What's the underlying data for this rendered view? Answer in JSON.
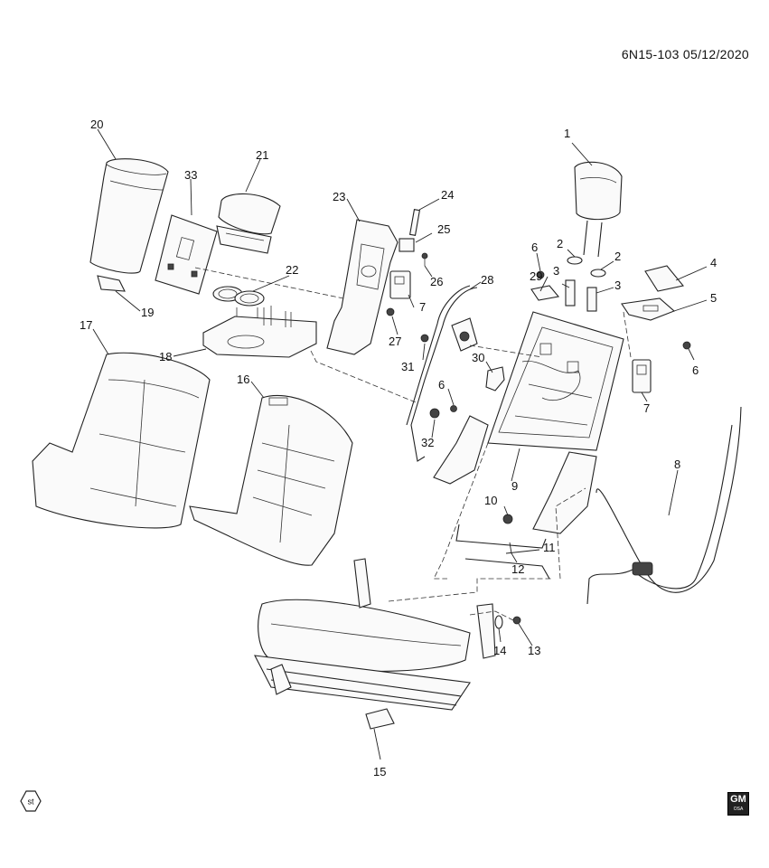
{
  "diagram": {
    "code": "6N15-103",
    "date": "05/12/2020",
    "badge_text": "st",
    "logo_text": "GM",
    "logo_subtext": "OSA",
    "callouts": [
      "1",
      "2",
      "2",
      "3",
      "3",
      "4",
      "5",
      "6",
      "6",
      "6",
      "7",
      "7",
      "8",
      "9",
      "10",
      "11",
      "12",
      "13",
      "14",
      "15",
      "16",
      "17",
      "18",
      "19",
      "20",
      "21",
      "22",
      "23",
      "24",
      "25",
      "26",
      "27",
      "28",
      "29",
      "30",
      "31",
      "32",
      "33"
    ]
  }
}
